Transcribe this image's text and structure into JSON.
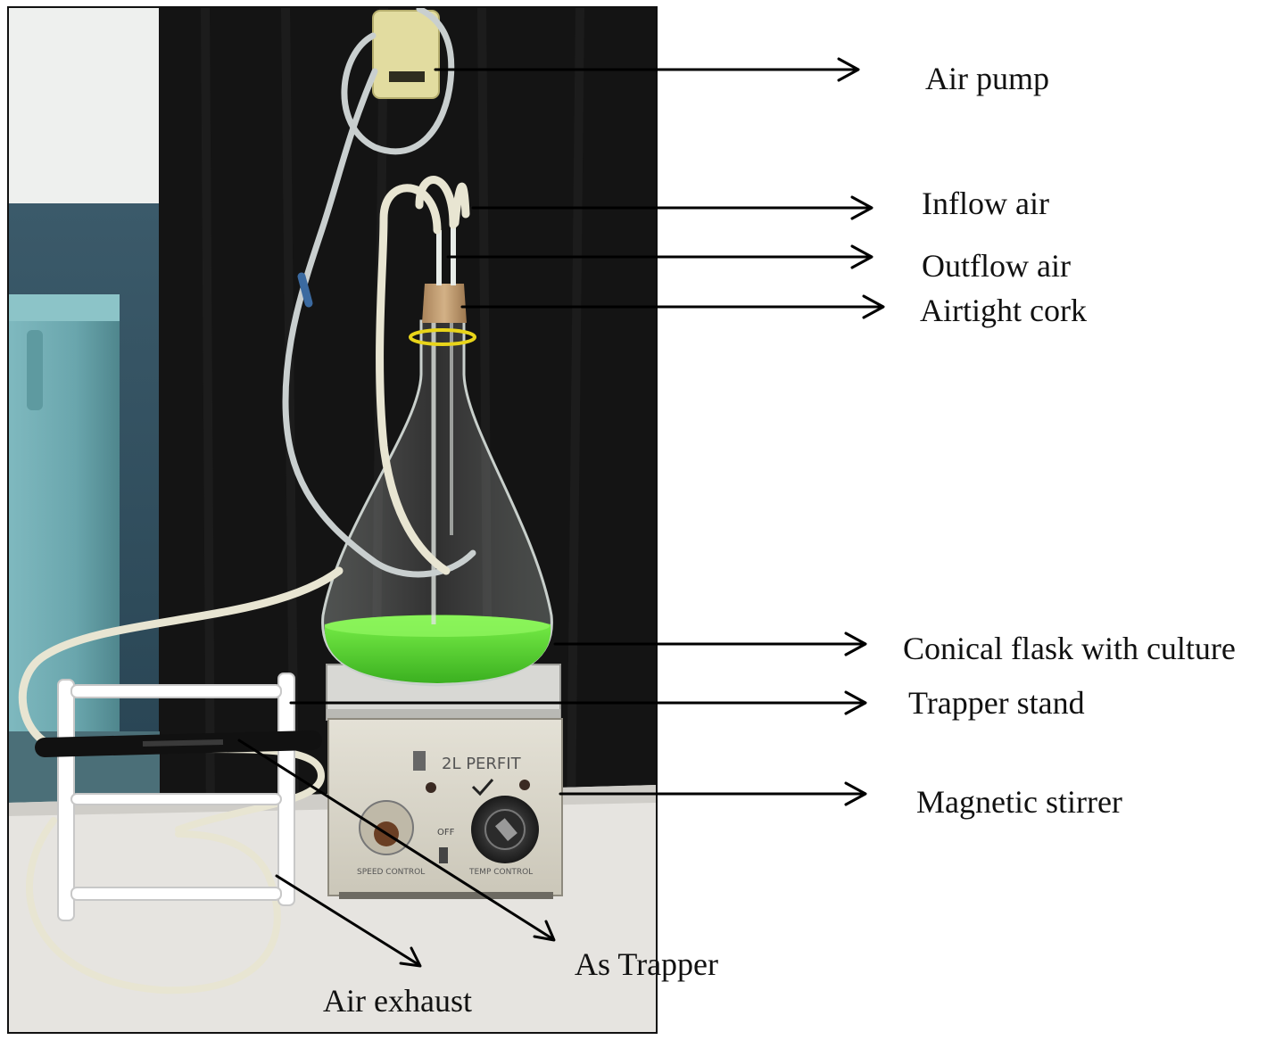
{
  "labels": {
    "air_pump": "Air pump",
    "inflow_air": "Inflow air",
    "outflow_air": "Outflow air",
    "airtight_cork": "Airtight cork",
    "conical_flask": "Conical flask with culture",
    "trapper_stand": "Trapper stand",
    "magnetic_stirrer": "Magnetic stirrer",
    "as_trapper": "As Trapper",
    "air_exhaust": "Air exhaust"
  },
  "device_text": {
    "brand": "2L PERFIT",
    "switch": "OFF",
    "speed_control": "SPEED CONTROL",
    "temp_control": "TEMP CONTROL"
  },
  "colors": {
    "culture_green": "#4fd02a",
    "backdrop": "#141414",
    "floor": "#e6e4e0",
    "tubing": "#e8e5d2"
  }
}
